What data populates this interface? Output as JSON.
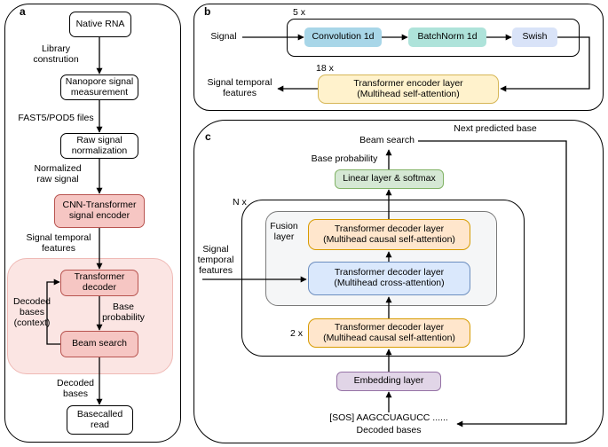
{
  "figure": {
    "description_label": ""
  },
  "panel_a": {
    "label": "a",
    "native_rna": "Native RNA",
    "library": "Library\nconstrution",
    "nanopore": "Nanopore signal\nmeasurement",
    "fast5": "FAST5/POD5 files",
    "raw_norm": "Raw signal\nnormalization",
    "normalized": "Normalized\nraw signal",
    "cnn_encoder": "CNN-Transformer\nsignal encoder",
    "signal_features": "Signal temporal\nfeatures",
    "transformer_decoder": "Transformer\ndecoder",
    "decoded_context": "Decoded\nbases\n(context)",
    "base_probability": "Base\nprobability",
    "beam_search": "Beam search",
    "decoded_bases": "Decoded\nbases",
    "basecalled_read": "Basecalled\nread"
  },
  "panel_b": {
    "label": "b",
    "repeat_outer": "5 x",
    "signal_in": "Signal",
    "conv": "Convolution 1d",
    "batchnorm": "BatchNorm 1d",
    "swish": "Swish",
    "repeat_encoder": "18 x",
    "encoder": "Transformer encoder layer\n(Multihead self-attention)",
    "signal_features_out": "Signal temporal\nfeatures"
  },
  "panel_c": {
    "label": "c",
    "next_predicted_base": "Next predicted base",
    "beam_search": "Beam search",
    "base_probability": "Base probability",
    "linear_softmax": "Linear layer & softmax",
    "repeat_n": "N x",
    "fusion_layer": "Fusion\nlayer",
    "decoder_causal_top": "Transformer decoder layer\n(Multihead causal self-attention)",
    "decoder_cross": "Transformer decoder layer\n(Multihead cross-attention)",
    "signal_features_in": "Signal\ntemporal\nfeatures",
    "repeat_2": "2 x",
    "decoder_causal_bottom": "Transformer decoder layer\n(Multihead causal self-attention)",
    "embedding": "Embedding layer",
    "sos_sequence": "[SOS] AAGCCUAGUCC ......",
    "decoded_bases": "Decoded bases"
  },
  "colors": {
    "red_fill": "#f6c6c3",
    "red_border": "#b85450",
    "pink_group_fill": "#fbe5e3",
    "pink_group_border": "#efb9b5",
    "conv_fill": "#a8d6e8",
    "batchnorm_fill": "#aee3da",
    "swish_fill": "#d9e3f8",
    "yellow_fill": "#fff2cc",
    "yellow_border": "#d6b656",
    "orange_fill": "#ffe6cc",
    "orange_border": "#d79b00",
    "blue_fill": "#dae8fc",
    "blue_border": "#6c8ebf",
    "green_fill": "#d5e8d4",
    "green_border": "#82b366",
    "purple_fill": "#e1d5e7",
    "purple_border": "#9673a6",
    "fusion_fill": "#f5f6f7",
    "fusion_border": "#7a7a7a",
    "line_color": "#000000"
  }
}
